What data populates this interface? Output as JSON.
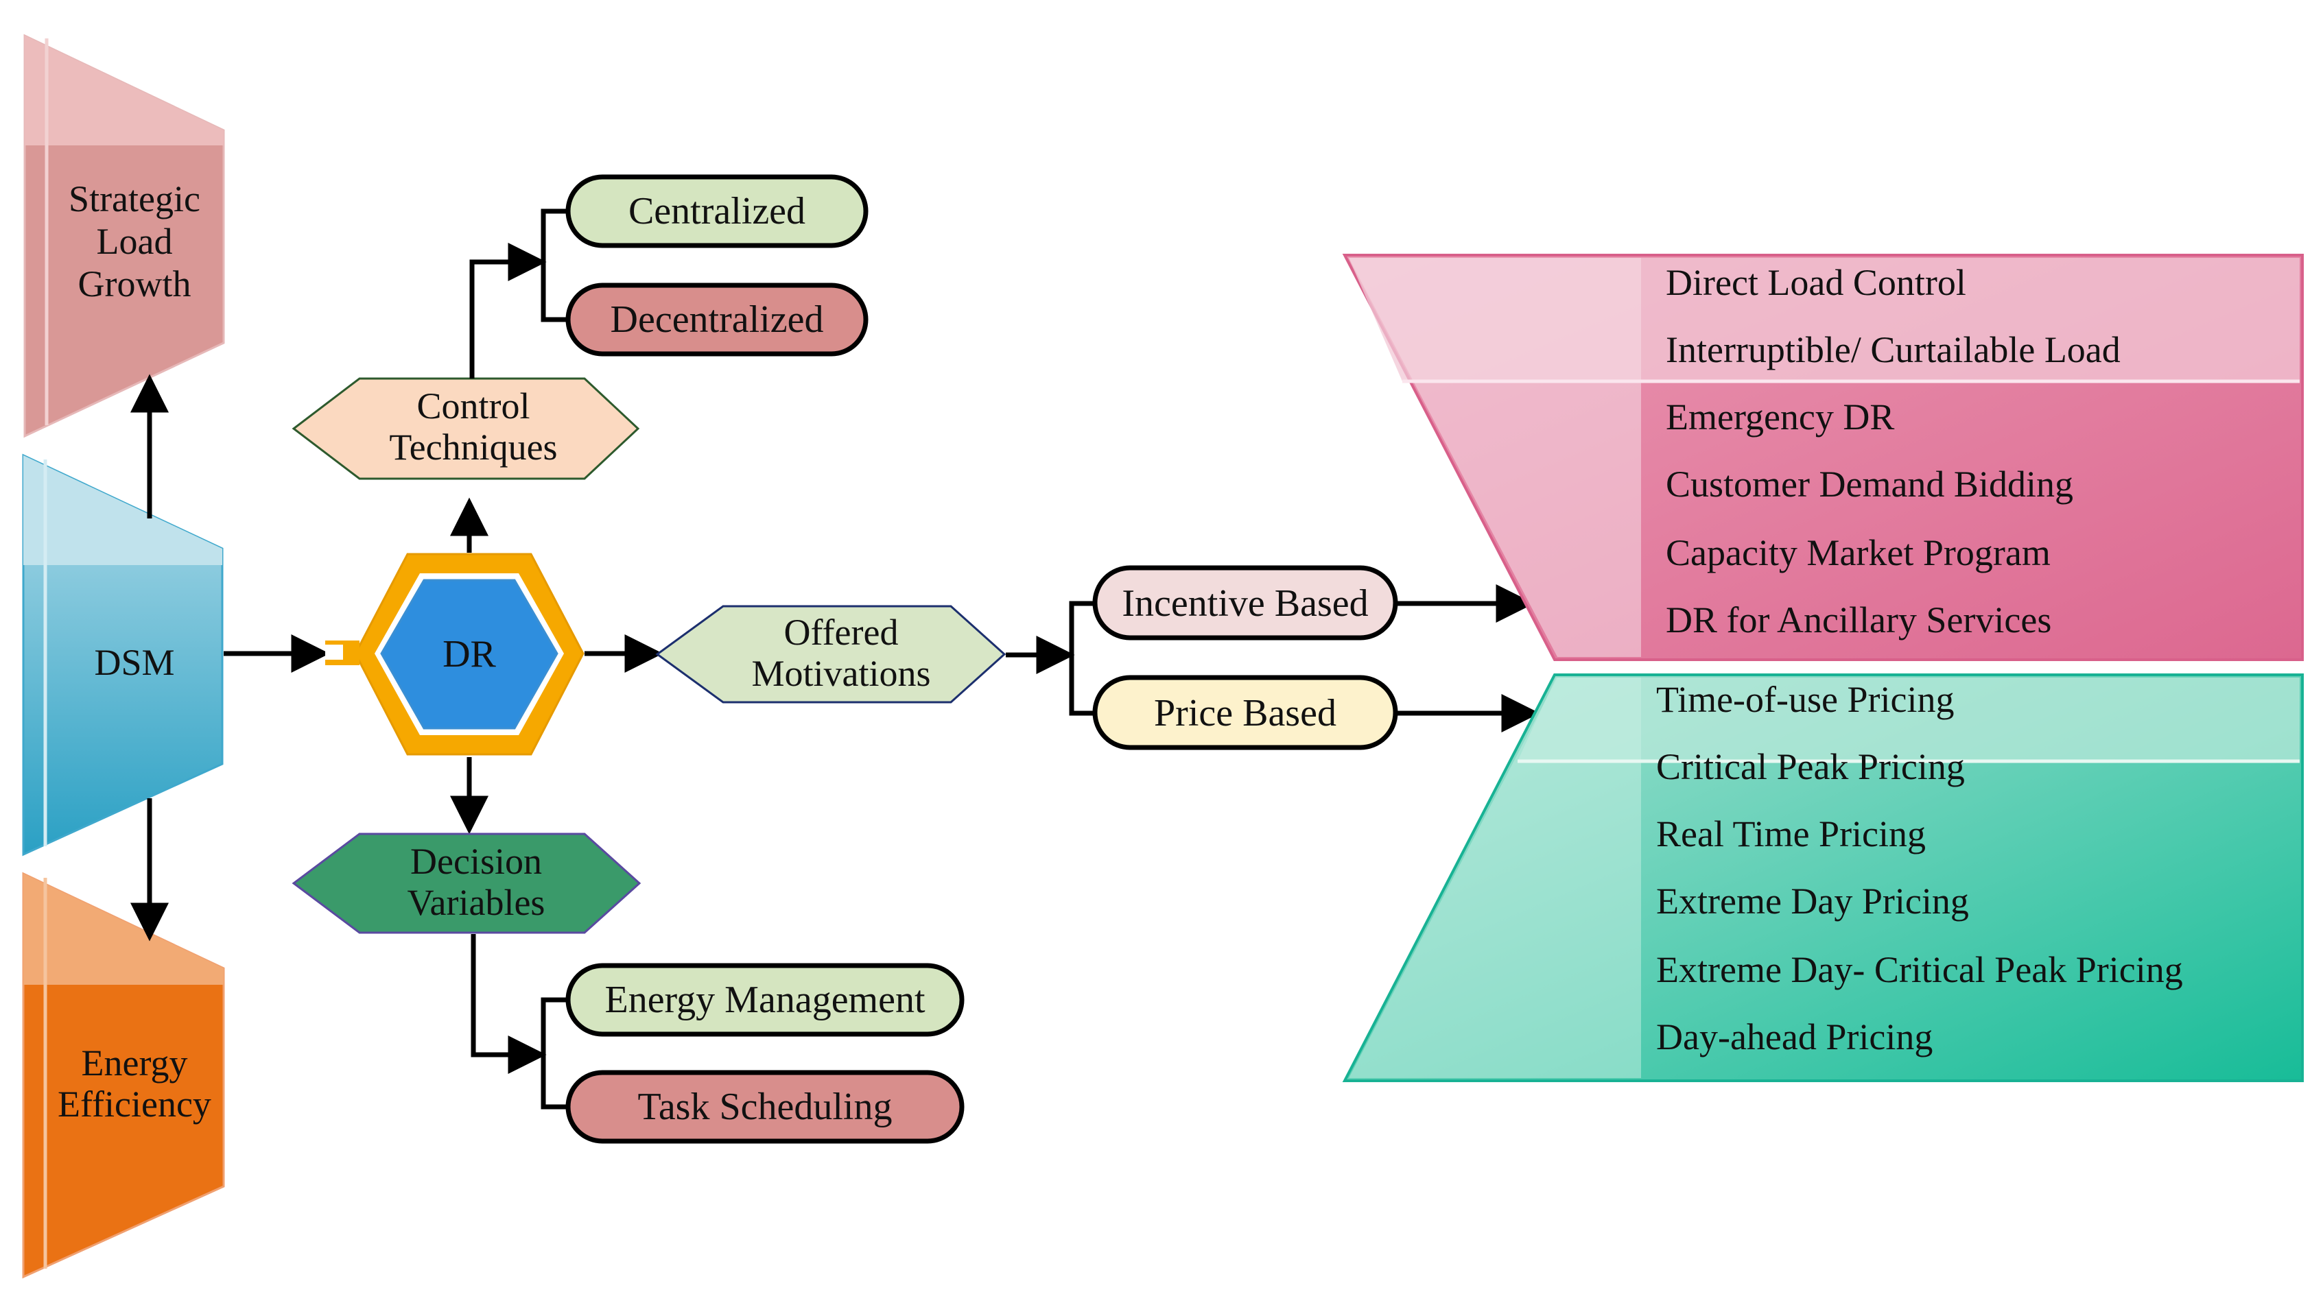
{
  "nodes": {
    "strategic_load_growth": [
      "Strategic",
      "Load",
      "Growth"
    ],
    "dsm": "DSM",
    "energy_efficiency": [
      "Energy",
      "Efficiency"
    ],
    "dr": "DR",
    "control_techniques": [
      "Control",
      "Techniques"
    ],
    "decision_variables": [
      "Decision",
      "Variables"
    ],
    "offered_motivations": [
      "Offered",
      "Motivations"
    ],
    "centralized": "Centralized",
    "decentralized": "Decentralized",
    "energy_management": "Energy Management",
    "task_scheduling": "Task Scheduling",
    "incentive_based": "Incentive Based",
    "price_based": "Price Based"
  },
  "incentive_programs": [
    "Direct Load Control",
    "Interruptible/ Curtailable Load",
    "Emergency DR",
    "Customer Demand Bidding",
    "Capacity Market Program",
    "DR for Ancillary Services"
  ],
  "price_programs": [
    "Time-of-use Pricing",
    "Critical Peak Pricing",
    "Real Time Pricing",
    "Extreme Day Pricing",
    "Extreme Day- Critical Peak Pricing",
    "Day-ahead Pricing"
  ],
  "colors": {
    "strategic": "#d89796",
    "dsm": "#4aa8c8",
    "efficiency": "#ea7214",
    "dr_core": "#2e8ede",
    "dr_ring": "#f6a800",
    "control": "#fbd9c0",
    "decision": "#3a9a6a",
    "offered": "#d8e6c6",
    "green_pill": "#d5e5c0",
    "red_pill": "#d88e8c",
    "incentive_pill": "#f2dcdc",
    "price_pill": "#fdf2cc",
    "pink_panel": "#df7096",
    "teal_panel": "#21bf9d"
  }
}
